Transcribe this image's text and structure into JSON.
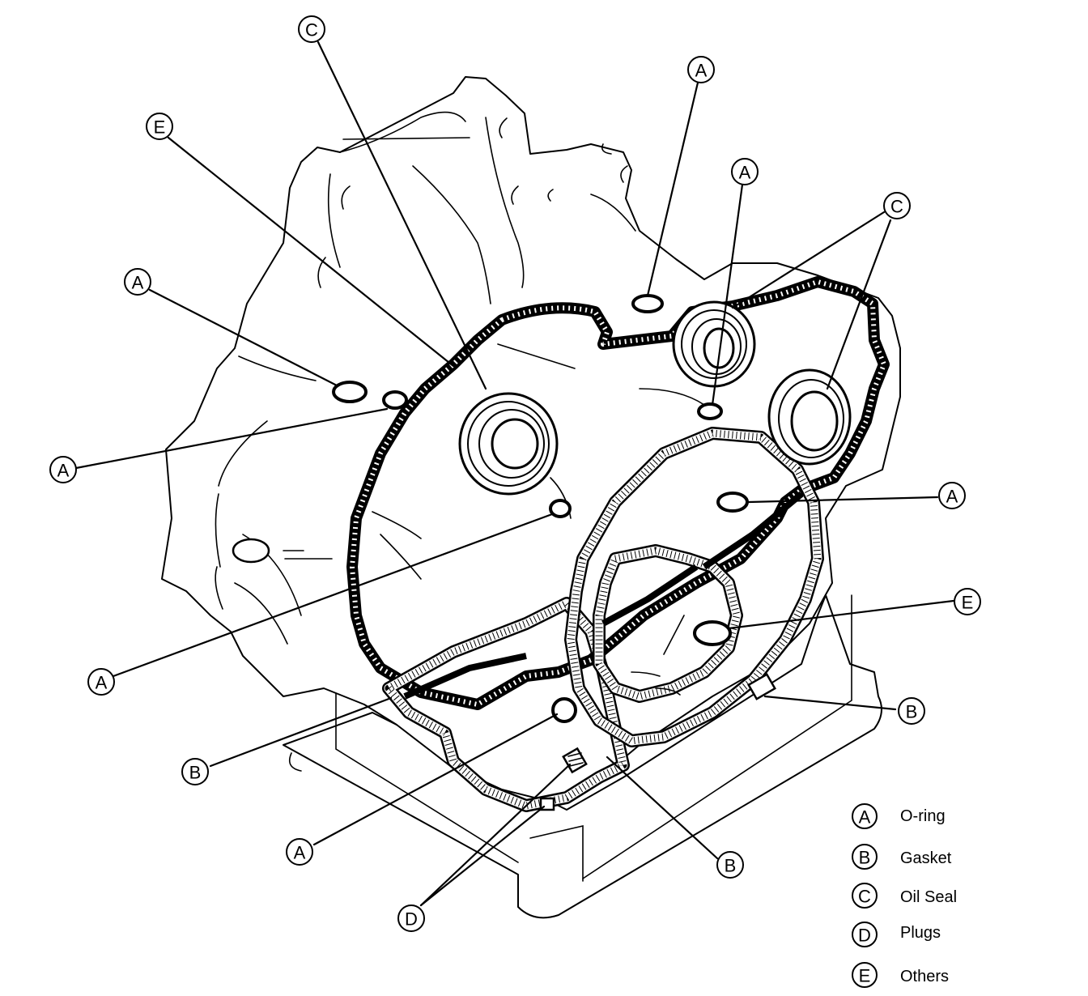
{
  "diagram": {
    "callouts": [
      {
        "letter": "C",
        "id": "c1"
      },
      {
        "letter": "A",
        "id": "a1"
      },
      {
        "letter": "E",
        "id": "e1"
      },
      {
        "letter": "A",
        "id": "a2"
      },
      {
        "letter": "C",
        "id": "c2"
      },
      {
        "letter": "A",
        "id": "a3"
      },
      {
        "letter": "A",
        "id": "a4"
      },
      {
        "letter": "A",
        "id": "a5"
      },
      {
        "letter": "A",
        "id": "a6"
      },
      {
        "letter": "E",
        "id": "e2"
      },
      {
        "letter": "B",
        "id": "b1"
      },
      {
        "letter": "B",
        "id": "b2"
      },
      {
        "letter": "A",
        "id": "a7"
      },
      {
        "letter": "B",
        "id": "b3"
      },
      {
        "letter": "D",
        "id": "d1"
      }
    ]
  },
  "legend": {
    "items": [
      {
        "letter": "A",
        "label": "O-ring"
      },
      {
        "letter": "B",
        "label": "Gasket"
      },
      {
        "letter": "C",
        "label": "Oil Seal"
      },
      {
        "letter": "D",
        "label": "Plugs"
      },
      {
        "letter": "E",
        "label": "Others"
      }
    ]
  }
}
